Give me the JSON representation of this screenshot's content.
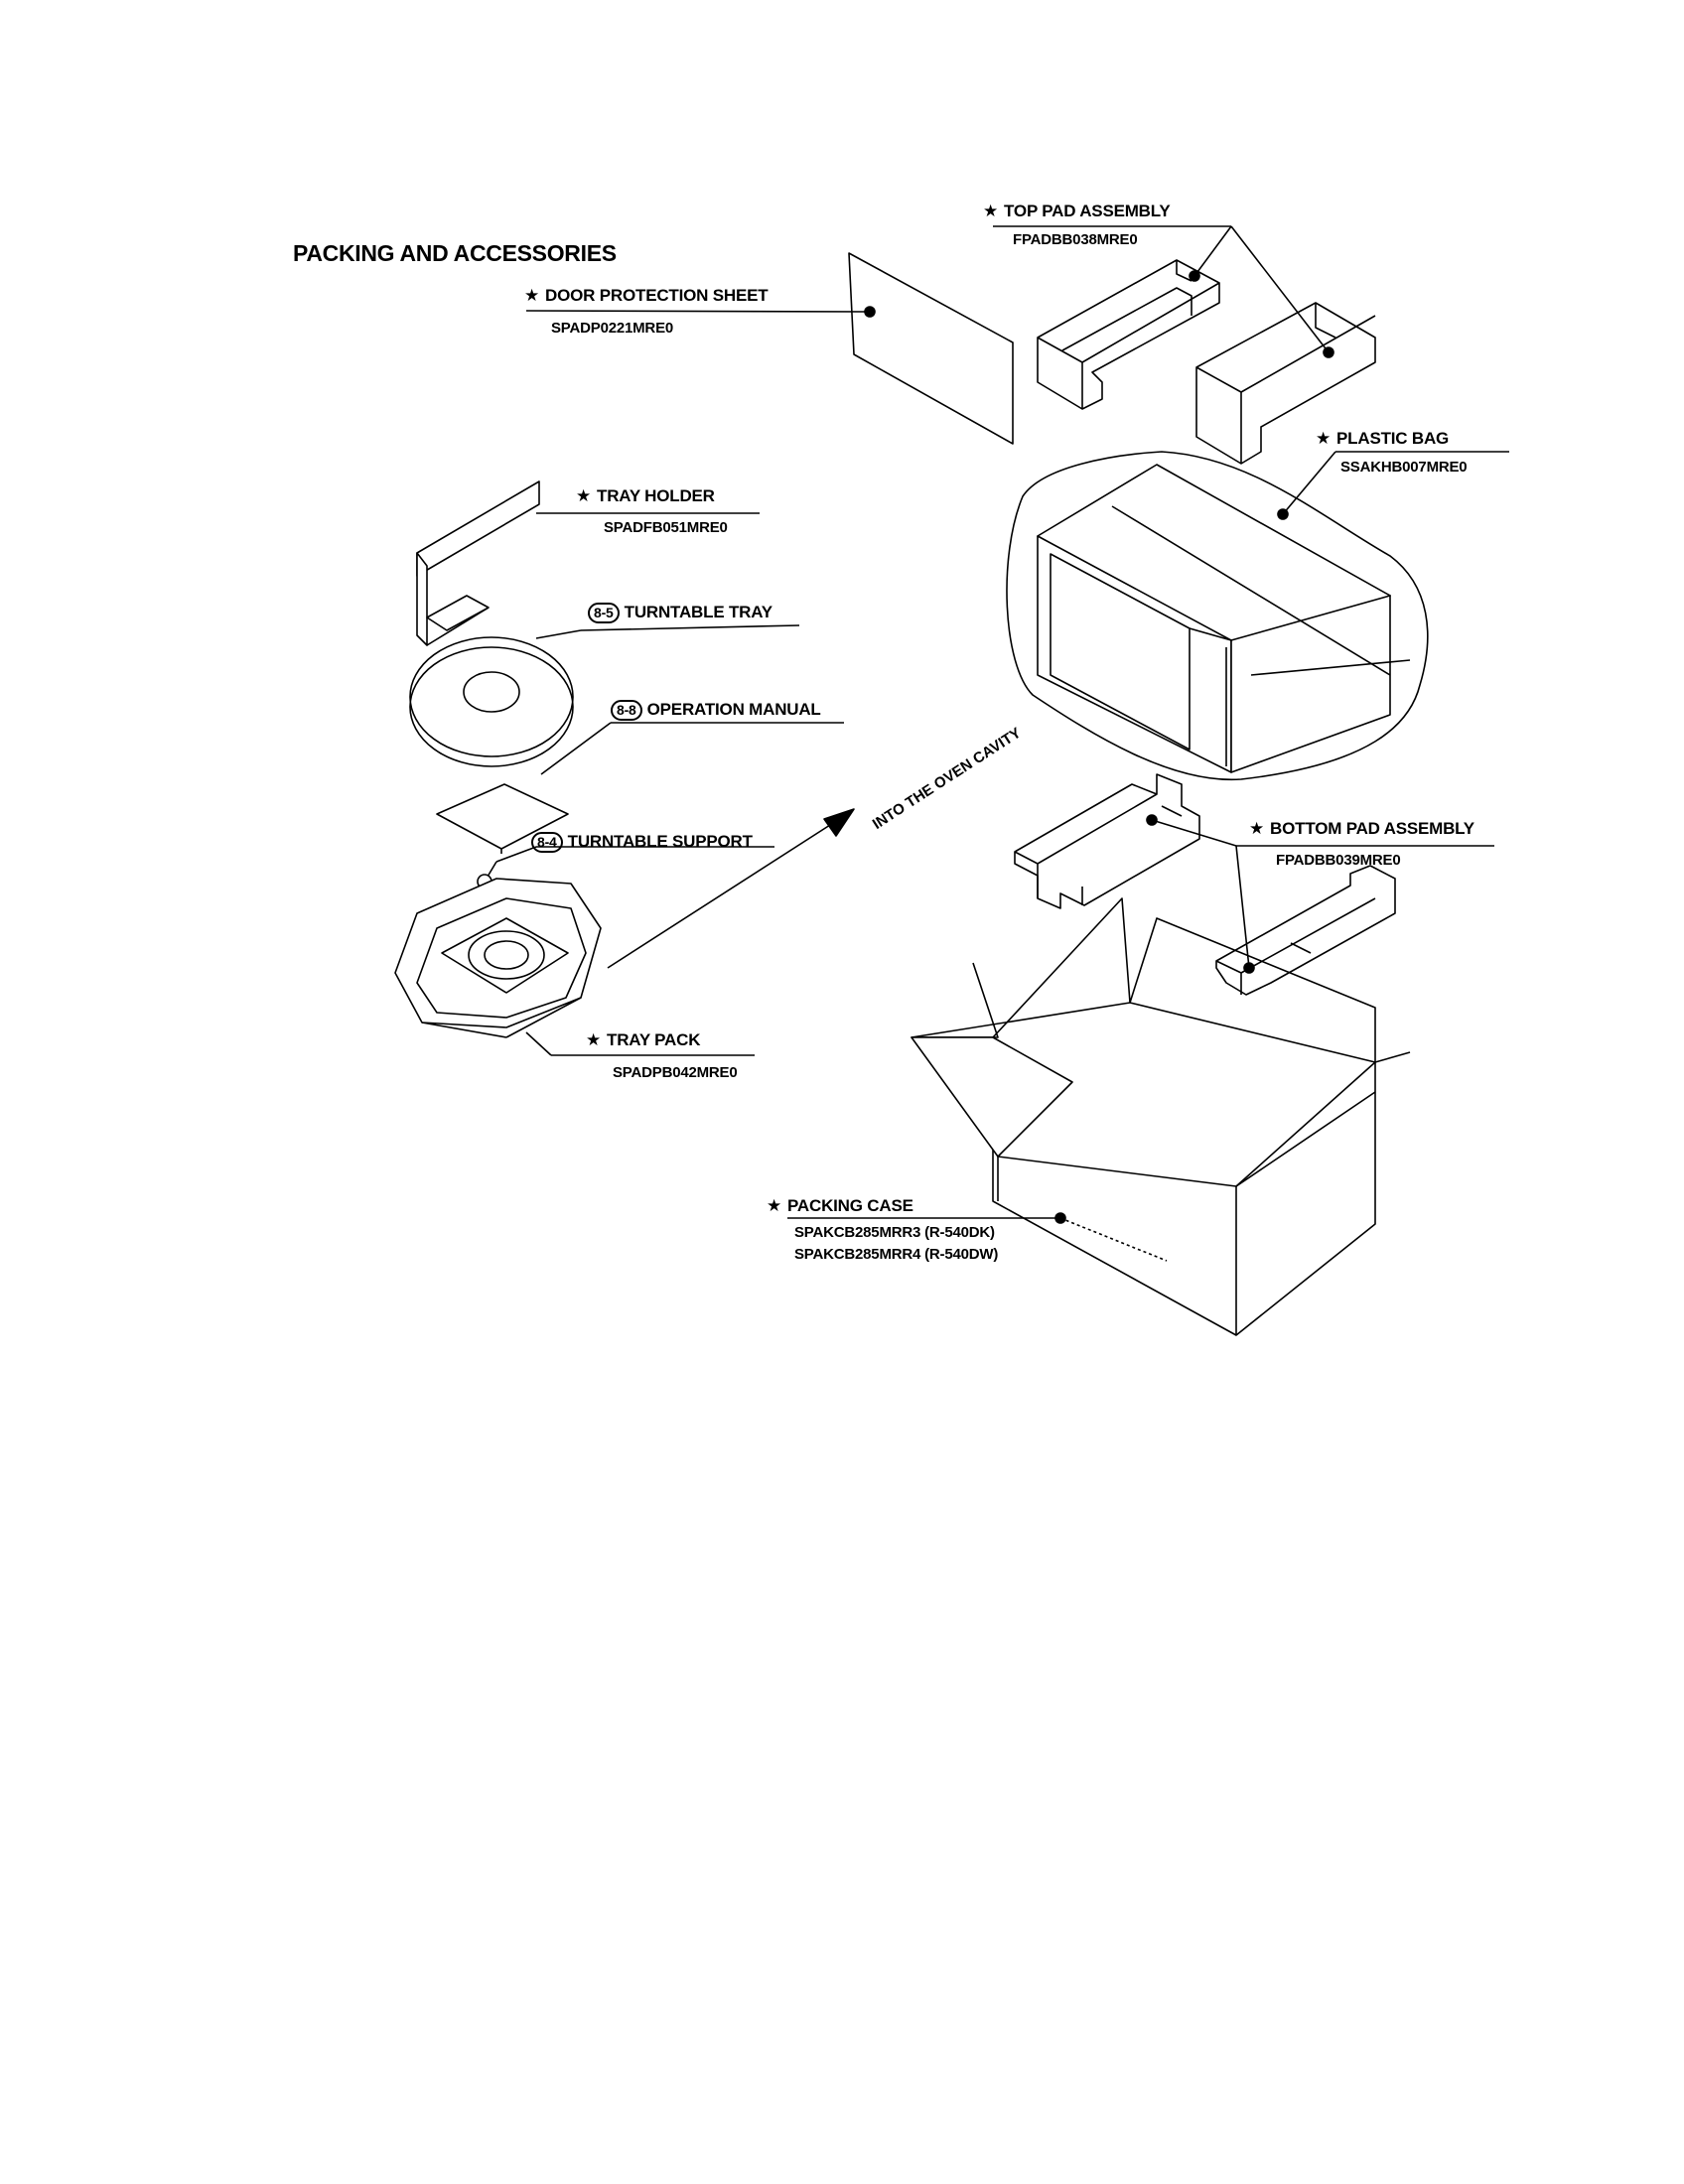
{
  "title": "PACKING AND ACCESSORIES",
  "star_symbol": "★",
  "arrow_text": "INTO THE OVEN CAVITY",
  "parts": {
    "top_pad": {
      "label": "TOP PAD ASSEMBLY",
      "code": "FPADBB038MRE0"
    },
    "door_sheet": {
      "label": "DOOR PROTECTION SHEET",
      "code": "SPADP0221MRE0"
    },
    "plastic_bag": {
      "label": "PLASTIC BAG",
      "code": "SSAKHB007MRE0"
    },
    "tray_holder": {
      "label": "TRAY HOLDER",
      "code": "SPADFB051MRE0"
    },
    "turntable_tray": {
      "ref": "8-5",
      "label": "TURNTABLE TRAY"
    },
    "operation_manual": {
      "ref": "8-8",
      "label": "OPERATION MANUAL"
    },
    "turntable_support": {
      "ref": "8-4",
      "label": "TURNTABLE SUPPORT"
    },
    "tray_pack": {
      "label": "TRAY PACK",
      "code": "SPADPB042MRE0"
    },
    "bottom_pad": {
      "label": "BOTTOM PAD ASSEMBLY",
      "code": "FPADBB039MRE0"
    },
    "packing_case": {
      "label": "PACKING CASE",
      "code_1": "SPAKCB285MRR3 (R-540DK)",
      "code_2": "SPAKCB285MRR4 (R-540DW)"
    }
  }
}
